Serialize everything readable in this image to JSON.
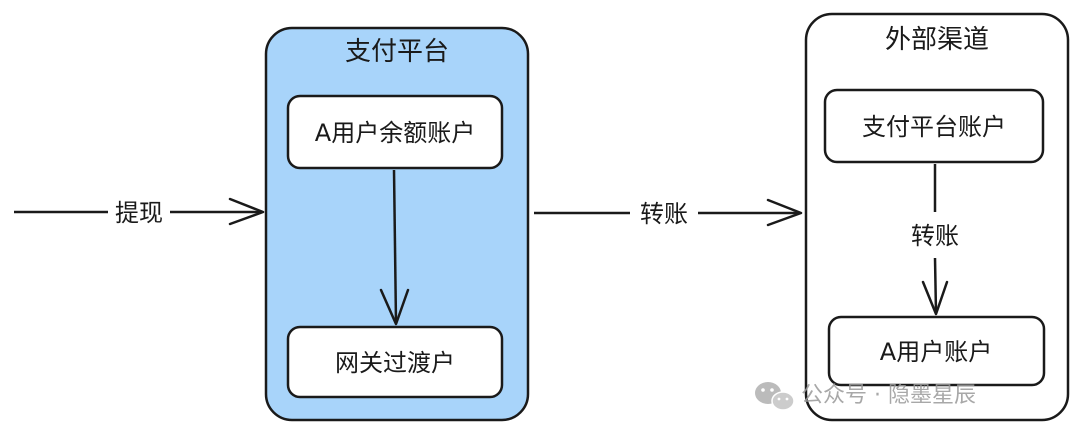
{
  "diagram": {
    "left_input_label": "提现",
    "payment_platform": {
      "title": "支付平台",
      "user_balance_account": "A用户余额账户",
      "gateway_transit_account": "网关过渡户"
    },
    "transfer_label_middle": "转账",
    "external_channel": {
      "title": "外部渠道",
      "platform_account": "支付平台账户",
      "transfer_label_inner": "转账",
      "user_account": "A用户账户"
    }
  },
  "watermark": {
    "text": "公众号 · 隐墨星辰",
    "icon": "wechat-icon"
  },
  "colors": {
    "platform_fill": "#a8d4fa",
    "stroke": "#1a1a1a",
    "box_fill": "#ffffff",
    "watermark": "#9a9a9a"
  }
}
